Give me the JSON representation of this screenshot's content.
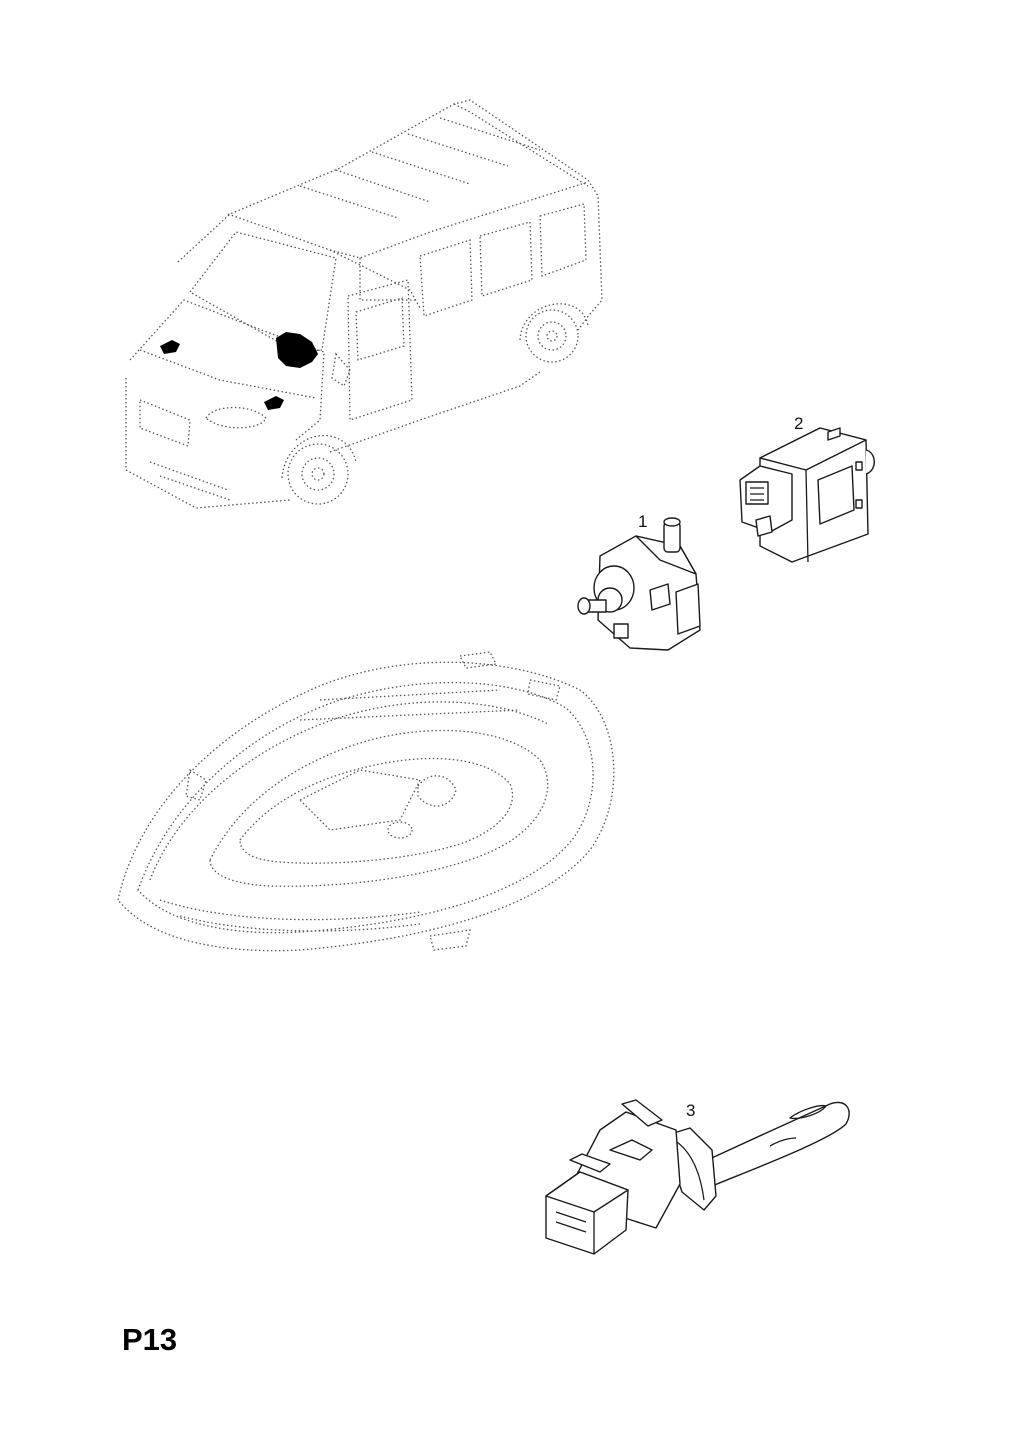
{
  "callouts": {
    "part_1": "1",
    "part_2": "2",
    "part_3": "3"
  },
  "page_code": "P13",
  "colors": {
    "ink": "#1a1a1a",
    "ghost": "#555555",
    "highlight": "#000000",
    "background": "#ffffff"
  }
}
